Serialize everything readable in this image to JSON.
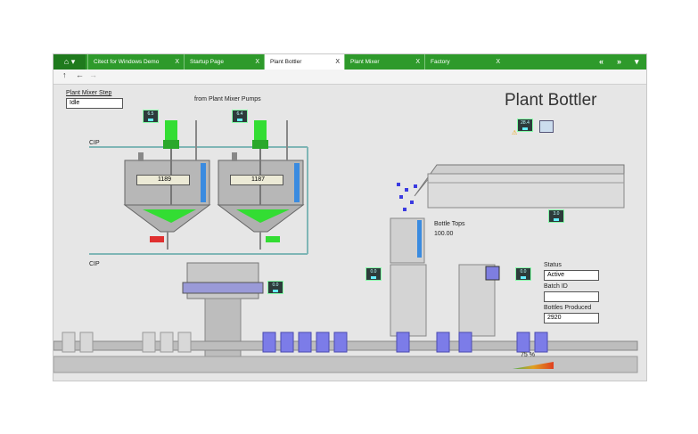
{
  "tabs": [
    {
      "label": "Citect for Windows Demo"
    },
    {
      "label": "Startup Page"
    },
    {
      "label": "Plant Bottler"
    },
    {
      "label": "Plant Mixer"
    },
    {
      "label": "Factory"
    }
  ],
  "tab_close": "X",
  "nav": {
    "prev": "«",
    "next": "»",
    "menu": "▾"
  },
  "toolbar": {
    "up": "↑",
    "back": "←",
    "forward": "→"
  },
  "page": {
    "title": "Plant Bottler",
    "mixer_step_label": "Plant Mixer Step",
    "mixer_step_value": "Idle",
    "pumps_label": "from Plant Mixer Pumps",
    "cip_top": "CIP",
    "cip_bottom": "CIP",
    "tank1_level": "1189",
    "tank2_level": "1187",
    "bottle_tops_label": "Bottle Tops",
    "bottle_tops_value": "100.00",
    "status_label": "Status",
    "status_value": "Active",
    "batch_label": "Batch ID",
    "batch_value": "",
    "bottles_label": "Bottles Produced",
    "bottles_value": "2920",
    "progress_text": "75 %",
    "progress": 0.75
  },
  "meters": {
    "m1": "6.5",
    "m2": "6.4",
    "m3": "28.4",
    "m4": "3.0",
    "m5": "0.0",
    "m6": "0.0",
    "m7": "0.0"
  },
  "colors": {
    "tab_green": "#2e9a2b",
    "bottle_blue": "#6f6fe8",
    "pipe_teal": "#7fb6b6",
    "motor_green": "#33dd33"
  }
}
